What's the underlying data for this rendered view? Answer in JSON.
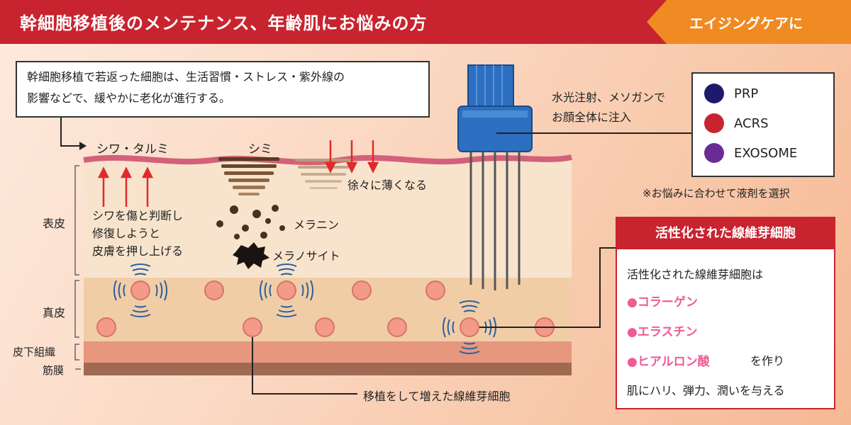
{
  "header": {
    "title": "幹細胞移植後のメンテナンス、年齢肌にお悩みの方",
    "tag": "エイジングケアに"
  },
  "note": {
    "line1": "幹細胞移植で若返った細胞は、生活習慣・ストレス・紫外線の",
    "line2": "影響などで、緩やかに老化が進行する。"
  },
  "labels": {
    "wrinkle": "シワ・タルミ",
    "spot": "シミ",
    "fade": "徐々に薄くなる",
    "repair1": "シワを傷と判断し",
    "repair2": "修復しようと",
    "repair3": "皮膚を押し上げる",
    "melanin": "メラニン",
    "melanocyte": "メラノサイト",
    "transplanted": "移植をして増えた線維芽細胞",
    "inject1": "水光注射、メソガンで",
    "inject2": "お顔全体に注入",
    "choose": "※お悩みに合わせて液剤を選択"
  },
  "layers": {
    "epidermis": "表皮",
    "dermis": "真皮",
    "subcutis": "皮下組織",
    "fascia": "筋膜"
  },
  "legend": [
    {
      "name": "PRP",
      "color": "#1e1a6b"
    },
    {
      "name": "ACRS",
      "color": "#c8242f"
    },
    {
      "name": "EXOSOME",
      "color": "#6a2c94"
    }
  ],
  "card": {
    "title": "活性化された線維芽細胞",
    "intro": "活性化された線維芽細胞は",
    "item1": "●コラーゲン",
    "item2": "●エラスチン",
    "item3": "●ヒアルロン酸",
    "item3_suffix": "を作り",
    "outro": "肌にハリ、弾力、潤いを与える"
  },
  "colors": {
    "header_red": "#c8242f",
    "tag_orange": "#f08a22",
    "pink": "#ee5b96"
  }
}
